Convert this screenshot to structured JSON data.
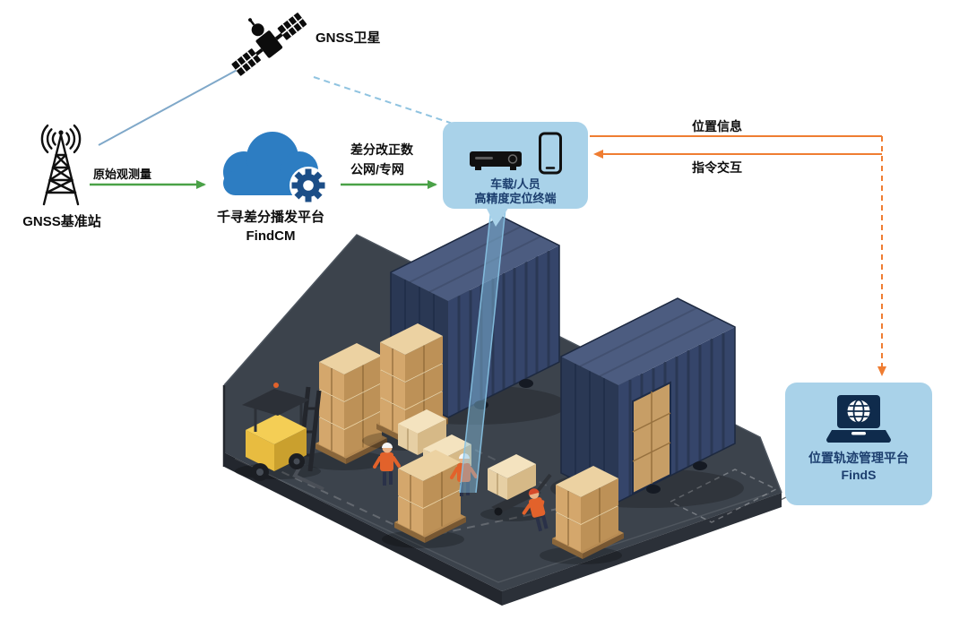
{
  "diagram": {
    "satellite": {
      "label": "GNSS卫星"
    },
    "base_station": {
      "label": "GNSS基准站"
    },
    "link_raw": {
      "label": "原始观测量"
    },
    "cloud": {
      "title": "千寻差分播发平台",
      "subtitle": "FindCM"
    },
    "link_diff": {
      "line1": "差分改正数",
      "line2": "公网/专网"
    },
    "terminal": {
      "line1": "车载/人员",
      "line2": "高精度定位终端"
    },
    "link_position": {
      "label": "位置信息"
    },
    "link_command": {
      "label": "指令交互"
    },
    "platform": {
      "title": "位置轨迹管理平台",
      "subtitle": "FindS"
    }
  },
  "colors": {
    "cloud_blue": "#2d7dc2",
    "gear_blue": "#1c4e87",
    "panel_blue": "#a9d2e9",
    "panel_text": "#1c3e6e",
    "arrow_green": "#4aa147",
    "arrow_orange": "#ef7d32",
    "link_blue": "#7fa8c9",
    "beam_blue": "#87bfe4",
    "platform_gray": "#3c434c",
    "container_navy": "#35456a",
    "crate_tan": "#d4a76c",
    "forklift_yellow": "#e8bc40",
    "vest_orange": "#e2622b"
  }
}
